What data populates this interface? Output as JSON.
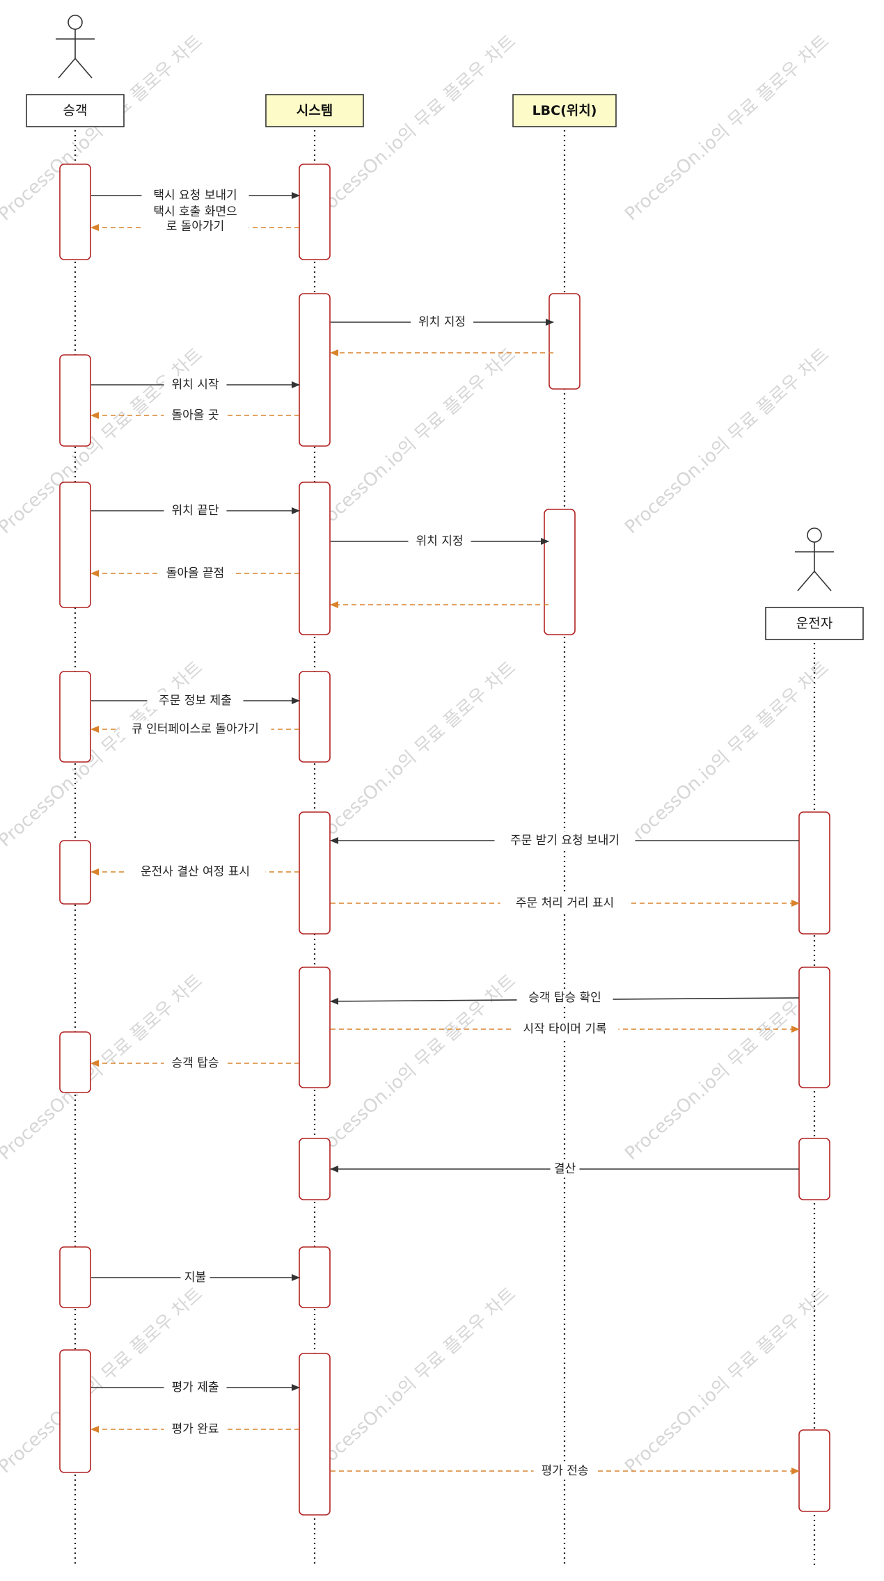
{
  "colors": {
    "sync": "#333333",
    "reply": "#d9822b",
    "activation": "#b22222",
    "lifeline": "#222222",
    "system_fill": "#fdfcc9",
    "box_border": "#333333"
  },
  "participants": [
    {
      "id": "passenger",
      "label": "승객",
      "actor": true,
      "highlight": false
    },
    {
      "id": "system",
      "label": "시스템",
      "actor": false,
      "highlight": true
    },
    {
      "id": "lbc",
      "label": "LBC(위치)",
      "actor": false,
      "highlight": true
    },
    {
      "id": "driver",
      "label": "운전자",
      "actor": true,
      "highlight": false
    }
  ],
  "messages": [
    {
      "from": "passenger",
      "to": "system",
      "type": "sync",
      "label": [
        "택시 요청 보내기"
      ]
    },
    {
      "from": "system",
      "to": "passenger",
      "type": "reply",
      "label": [
        "택시 호출 화면으",
        "로 돌아가기"
      ]
    },
    {
      "from": "system",
      "to": "lbc",
      "type": "sync",
      "label": [
        "위치 지정"
      ]
    },
    {
      "from": "lbc",
      "to": "system",
      "type": "reply",
      "label": []
    },
    {
      "from": "passenger",
      "to": "system",
      "type": "sync",
      "label": [
        "위치 시작"
      ]
    },
    {
      "from": "system",
      "to": "passenger",
      "type": "reply",
      "label": [
        "돌아올 곳"
      ]
    },
    {
      "from": "passenger",
      "to": "system",
      "type": "sync",
      "label": [
        "위치 끝단"
      ]
    },
    {
      "from": "system",
      "to": "lbc",
      "type": "sync",
      "label": [
        "위치 지정"
      ]
    },
    {
      "from": "system",
      "to": "passenger",
      "type": "reply",
      "label": [
        "돌아올 끝점"
      ]
    },
    {
      "from": "lbc",
      "to": "system",
      "type": "reply",
      "label": []
    },
    {
      "from": "passenger",
      "to": "system",
      "type": "sync",
      "label": [
        "주문 정보 제출"
      ]
    },
    {
      "from": "system",
      "to": "passenger",
      "type": "reply",
      "label": [
        "큐 인터페이스로 돌아가기"
      ]
    },
    {
      "from": "driver",
      "to": "system",
      "type": "sync",
      "label": [
        "주문 받기 요청 보내기"
      ]
    },
    {
      "from": "system",
      "to": "passenger",
      "type": "reply",
      "label": [
        "운전사 결산 여정 표시"
      ]
    },
    {
      "from": "system",
      "to": "driver",
      "type": "reply",
      "label": [
        "주문 처리 거리 표시"
      ]
    },
    {
      "from": "driver",
      "to": "system",
      "type": "sync",
      "label": [
        "승객 탑승 확인"
      ]
    },
    {
      "from": "system",
      "to": "driver",
      "type": "reply",
      "label": [
        "시작 타이머 기록"
      ]
    },
    {
      "from": "system",
      "to": "passenger",
      "type": "reply",
      "label": [
        "승객 탑승"
      ]
    },
    {
      "from": "driver",
      "to": "system",
      "type": "sync",
      "label": [
        "결산"
      ]
    },
    {
      "from": "passenger",
      "to": "system",
      "type": "sync",
      "label": [
        "지불"
      ]
    },
    {
      "from": "passenger",
      "to": "system",
      "type": "sync",
      "label": [
        "평가 제출"
      ]
    },
    {
      "from": "system",
      "to": "passenger",
      "type": "reply",
      "label": [
        "평가 완료"
      ]
    },
    {
      "from": "system",
      "to": "driver",
      "type": "reply",
      "label": [
        "평가 전송"
      ]
    }
  ],
  "watermark": "ProcessOn.io의 무료 플로우 차트"
}
